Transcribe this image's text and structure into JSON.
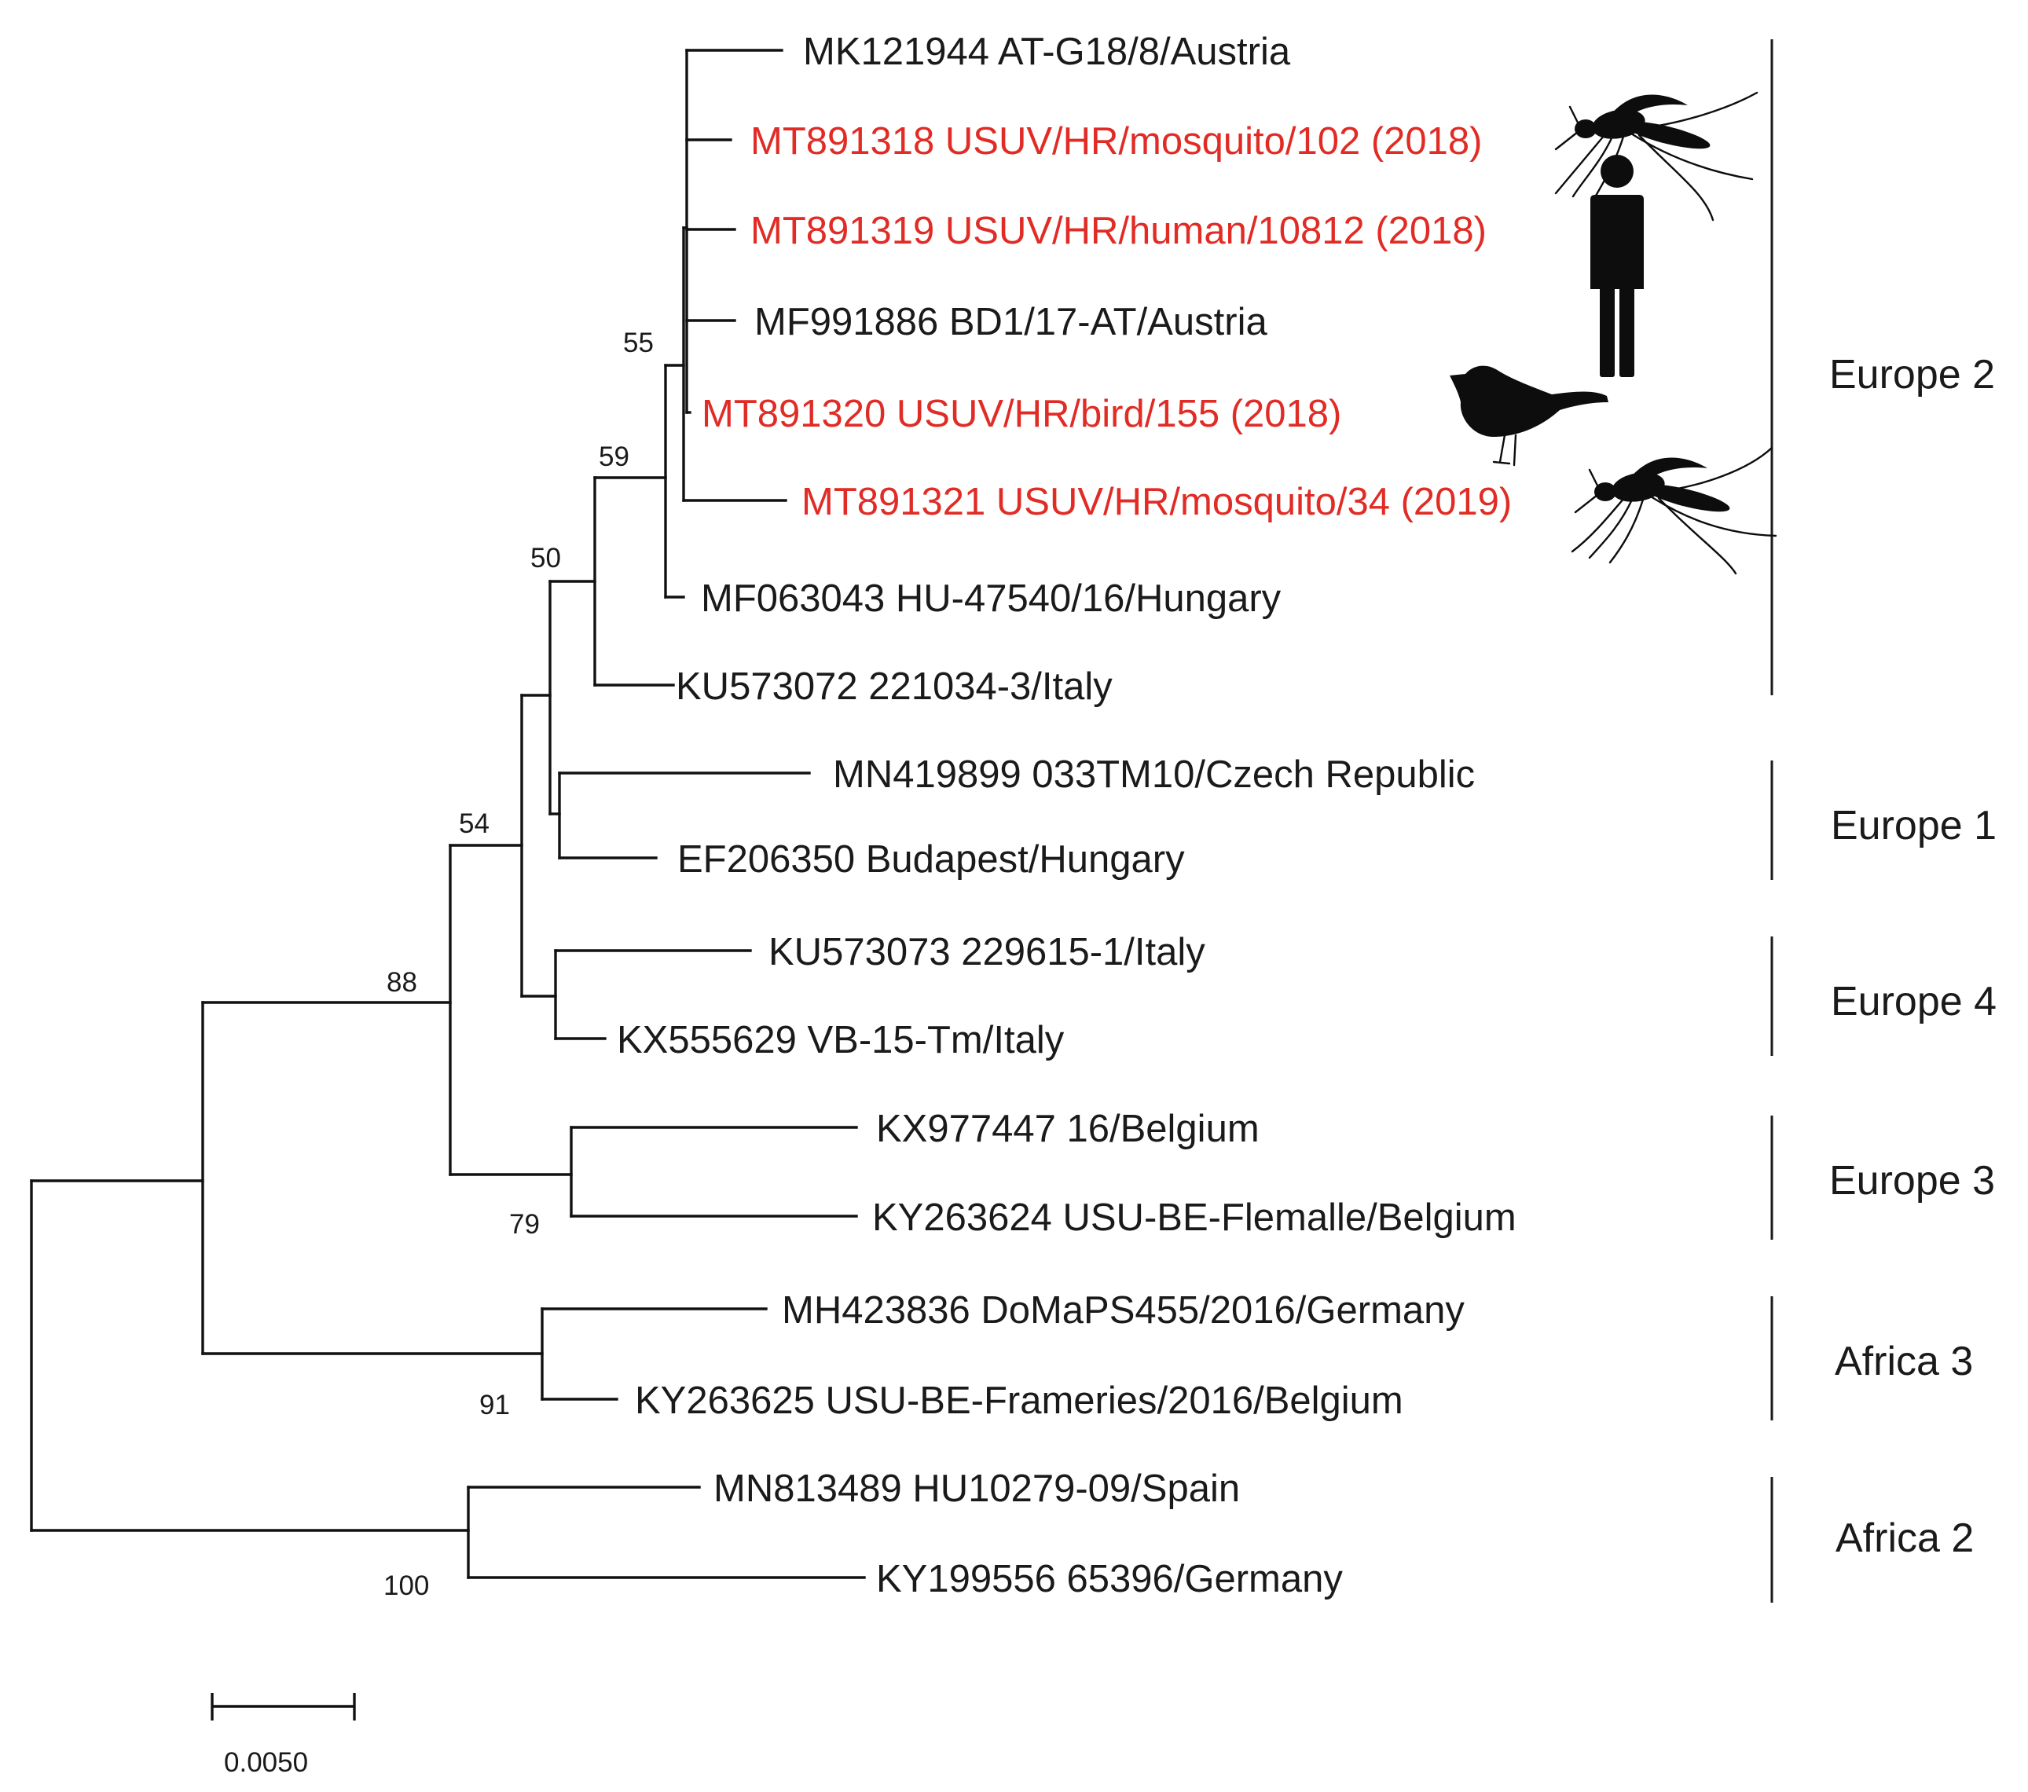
{
  "colors": {
    "branch": "#111111",
    "text": "#1a1a1a",
    "highlight": "#e12b25"
  },
  "taxa": [
    {
      "id": "t1",
      "label": "MK121944 AT-G18/8/Austria"
    },
    {
      "id": "t2",
      "label": "MT891318 USUV/HR/mosquito/102 (2018)",
      "highlight": true,
      "icon": "mosquito-icon"
    },
    {
      "id": "t3",
      "label": "MT891319 USUV/HR/human/10812 (2018)",
      "highlight": true,
      "icon": "human-icon"
    },
    {
      "id": "t4",
      "label": "MF991886 BD1/17-AT/Austria"
    },
    {
      "id": "t5",
      "label": "MT891320 USUV/HR/bird/155 (2018)",
      "highlight": true,
      "icon": "bird-icon"
    },
    {
      "id": "t6",
      "label": "MT891321 USUV/HR/mosquito/34 (2019)",
      "highlight": true,
      "icon": "mosquito-icon"
    },
    {
      "id": "t7",
      "label": "MF063043 HU-47540/16/Hungary"
    },
    {
      "id": "t8",
      "label": "KU573072 221034-3/Italy"
    },
    {
      "id": "t9",
      "label": "MN419899 033TM10/Czech Republic"
    },
    {
      "id": "t10",
      "label": "EF206350 Budapest/Hungary"
    },
    {
      "id": "t11",
      "label": "KU573073 229615-1/Italy"
    },
    {
      "id": "t12",
      "label": "KX555629 VB-15-Tm/Italy"
    },
    {
      "id": "t13",
      "label": "KX977447 16/Belgium"
    },
    {
      "id": "t14",
      "label": "KY263624 USU-BE-Flemalle/Belgium"
    },
    {
      "id": "t15",
      "label": "MH423836 DoMaPS455/2016/Germany"
    },
    {
      "id": "t16",
      "label": "KY263625 USU-BE-Frameries/2016/Belgium"
    },
    {
      "id": "t17",
      "label": "MN813489 HU10279-09/Spain"
    },
    {
      "id": "t18",
      "label": "KY199556 65396/Germany"
    }
  ],
  "bootstrap": [
    "55",
    "59",
    "50",
    "54",
    "88",
    "79",
    "91",
    "100"
  ],
  "clades": [
    {
      "label": "Europe 2"
    },
    {
      "label": "Europe 1"
    },
    {
      "label": "Europe 4"
    },
    {
      "label": "Europe 3"
    },
    {
      "label": "Africa 3"
    },
    {
      "label": "Africa 2"
    }
  ],
  "scale": {
    "label": "0.0050",
    "value": 0.005
  }
}
